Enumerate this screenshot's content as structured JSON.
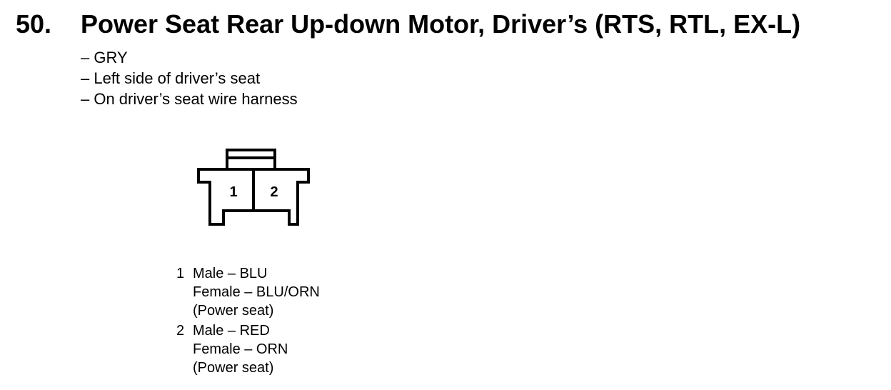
{
  "heading": {
    "number": "50.",
    "title": "Power Seat Rear Up-down Motor, Driver’s (RTS, RTL, EX-L)"
  },
  "notes": [
    "– GRY",
    "– Left side of driver’s seat",
    "– On driver’s seat wire harness"
  ],
  "connector": {
    "cavity_labels": [
      "1",
      "2"
    ]
  },
  "pins": [
    {
      "number": "1",
      "lines": [
        "Male – BLU",
        "Female – BLU/ORN",
        "(Power seat)"
      ]
    },
    {
      "number": "2",
      "lines": [
        "Male – RED",
        "Female – ORN",
        "(Power seat)"
      ]
    }
  ]
}
